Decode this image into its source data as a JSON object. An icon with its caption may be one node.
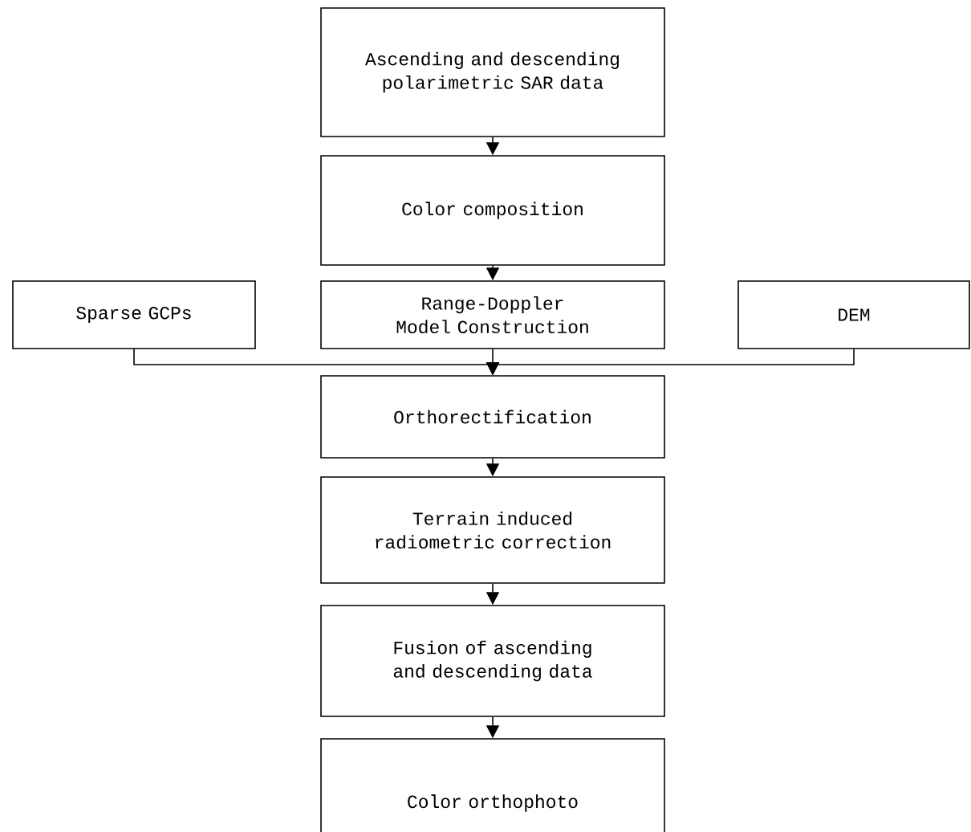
{
  "diagram": {
    "nodes": [
      {
        "text": [
          "Ascending and descending polarimetric SAR data"
        ]
      },
      {
        "text": [
          "Color composition"
        ]
      },
      {
        "text": [
          "Sparse GCPs"
        ]
      },
      {
        "text": [
          "Range-Doppler Model Construction"
        ]
      },
      {
        "text": [
          "DEM"
        ]
      },
      {
        "text": [
          "Orthorectification"
        ]
      },
      {
        "text": [
          "Terrain induced radiometric correction"
        ]
      },
      {
        "text": [
          "Fusion of ascending and descending data"
        ]
      },
      {
        "text": [
          "Color orthophoto"
        ]
      }
    ],
    "edges": [
      {
        "from": 0,
        "to": 1,
        "arrow": "to"
      },
      {
        "from": 1,
        "to": 3,
        "arrow": "to"
      },
      {
        "from": 3,
        "to": 5,
        "arrow": "to"
      },
      {
        "from": 2,
        "to": 5,
        "arrow": "to"
      },
      {
        "from": 4,
        "to": 5,
        "arrow": "to"
      },
      {
        "from": 5,
        "to": 6,
        "arrow": "to"
      },
      {
        "from": 6,
        "to": 7,
        "arrow": "to"
      },
      {
        "from": 7,
        "to": 8,
        "arrow": "to"
      }
    ]
  }
}
